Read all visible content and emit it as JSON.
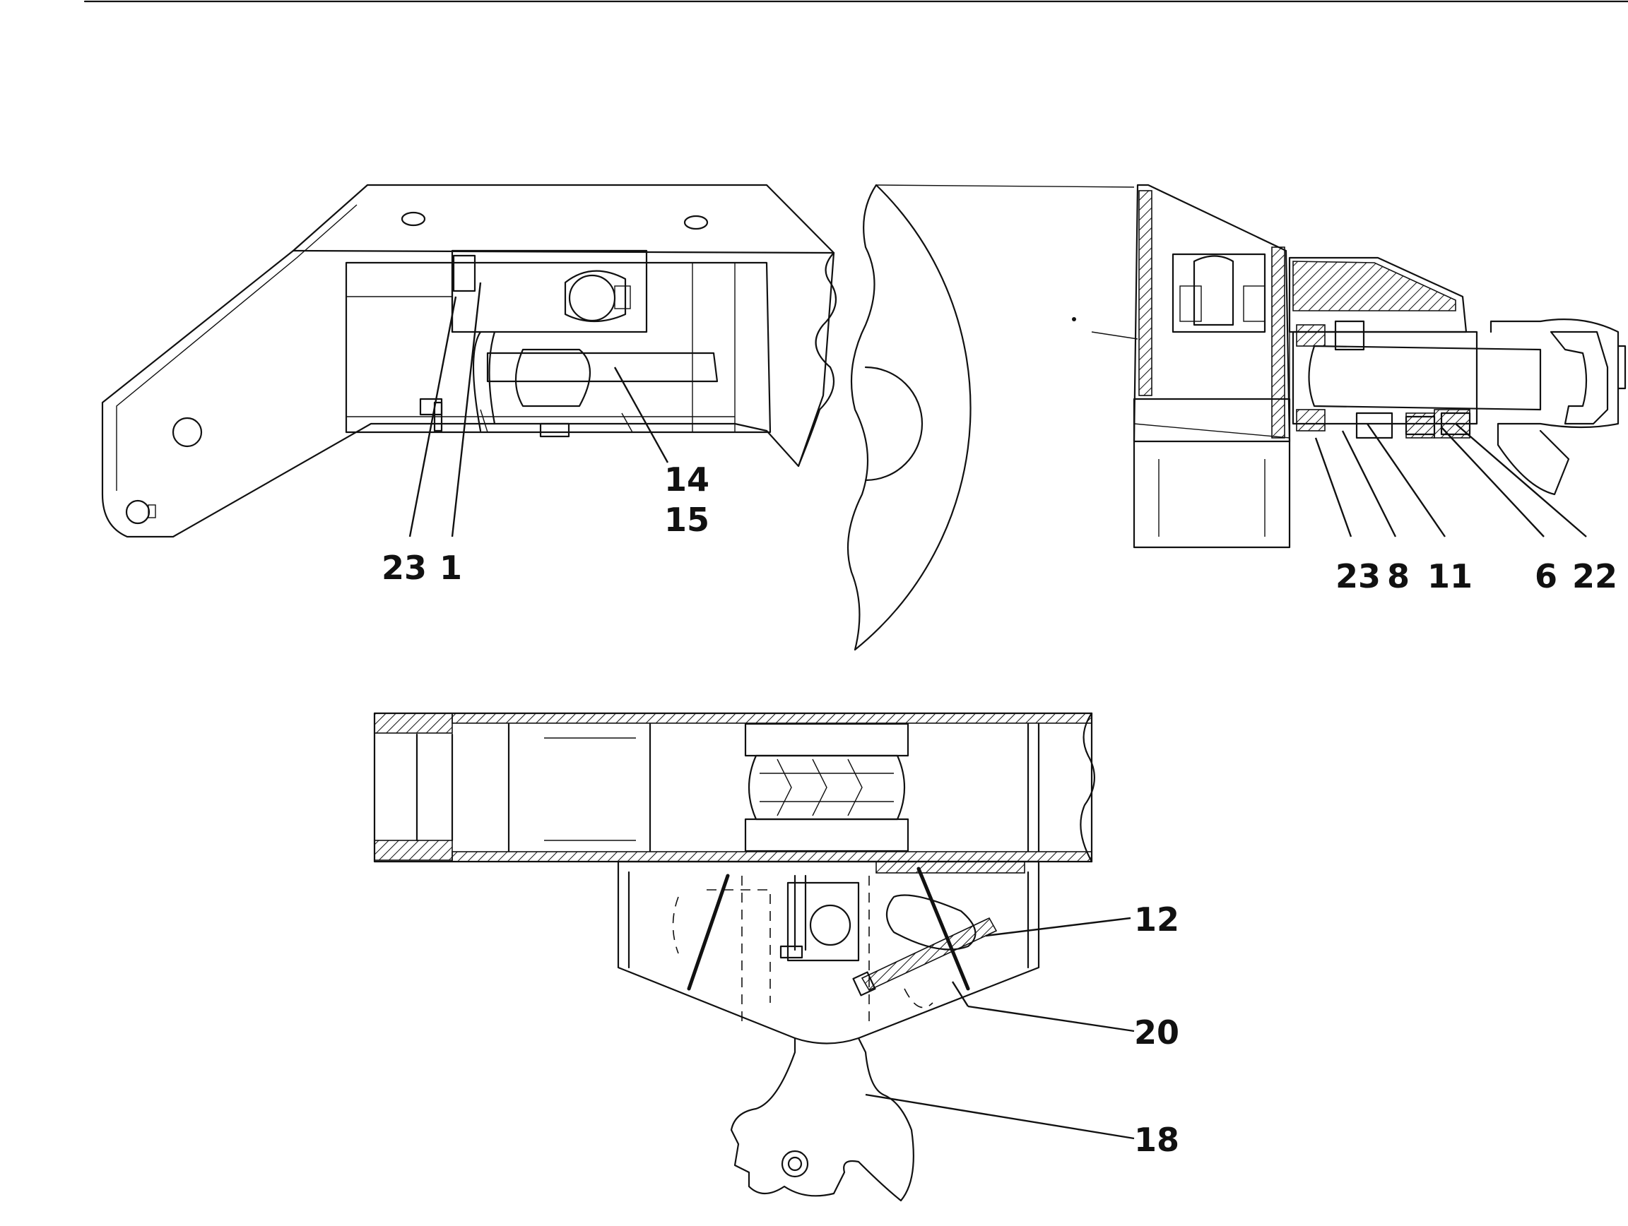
{
  "callouts": {
    "c23_left": "23",
    "c1": "1",
    "c14": "14",
    "c15": "15",
    "c23_right": "23",
    "c8": "8",
    "c11": "11",
    "c6": "6",
    "c22": "22",
    "c12": "12",
    "c20": "20",
    "c18": "18"
  }
}
